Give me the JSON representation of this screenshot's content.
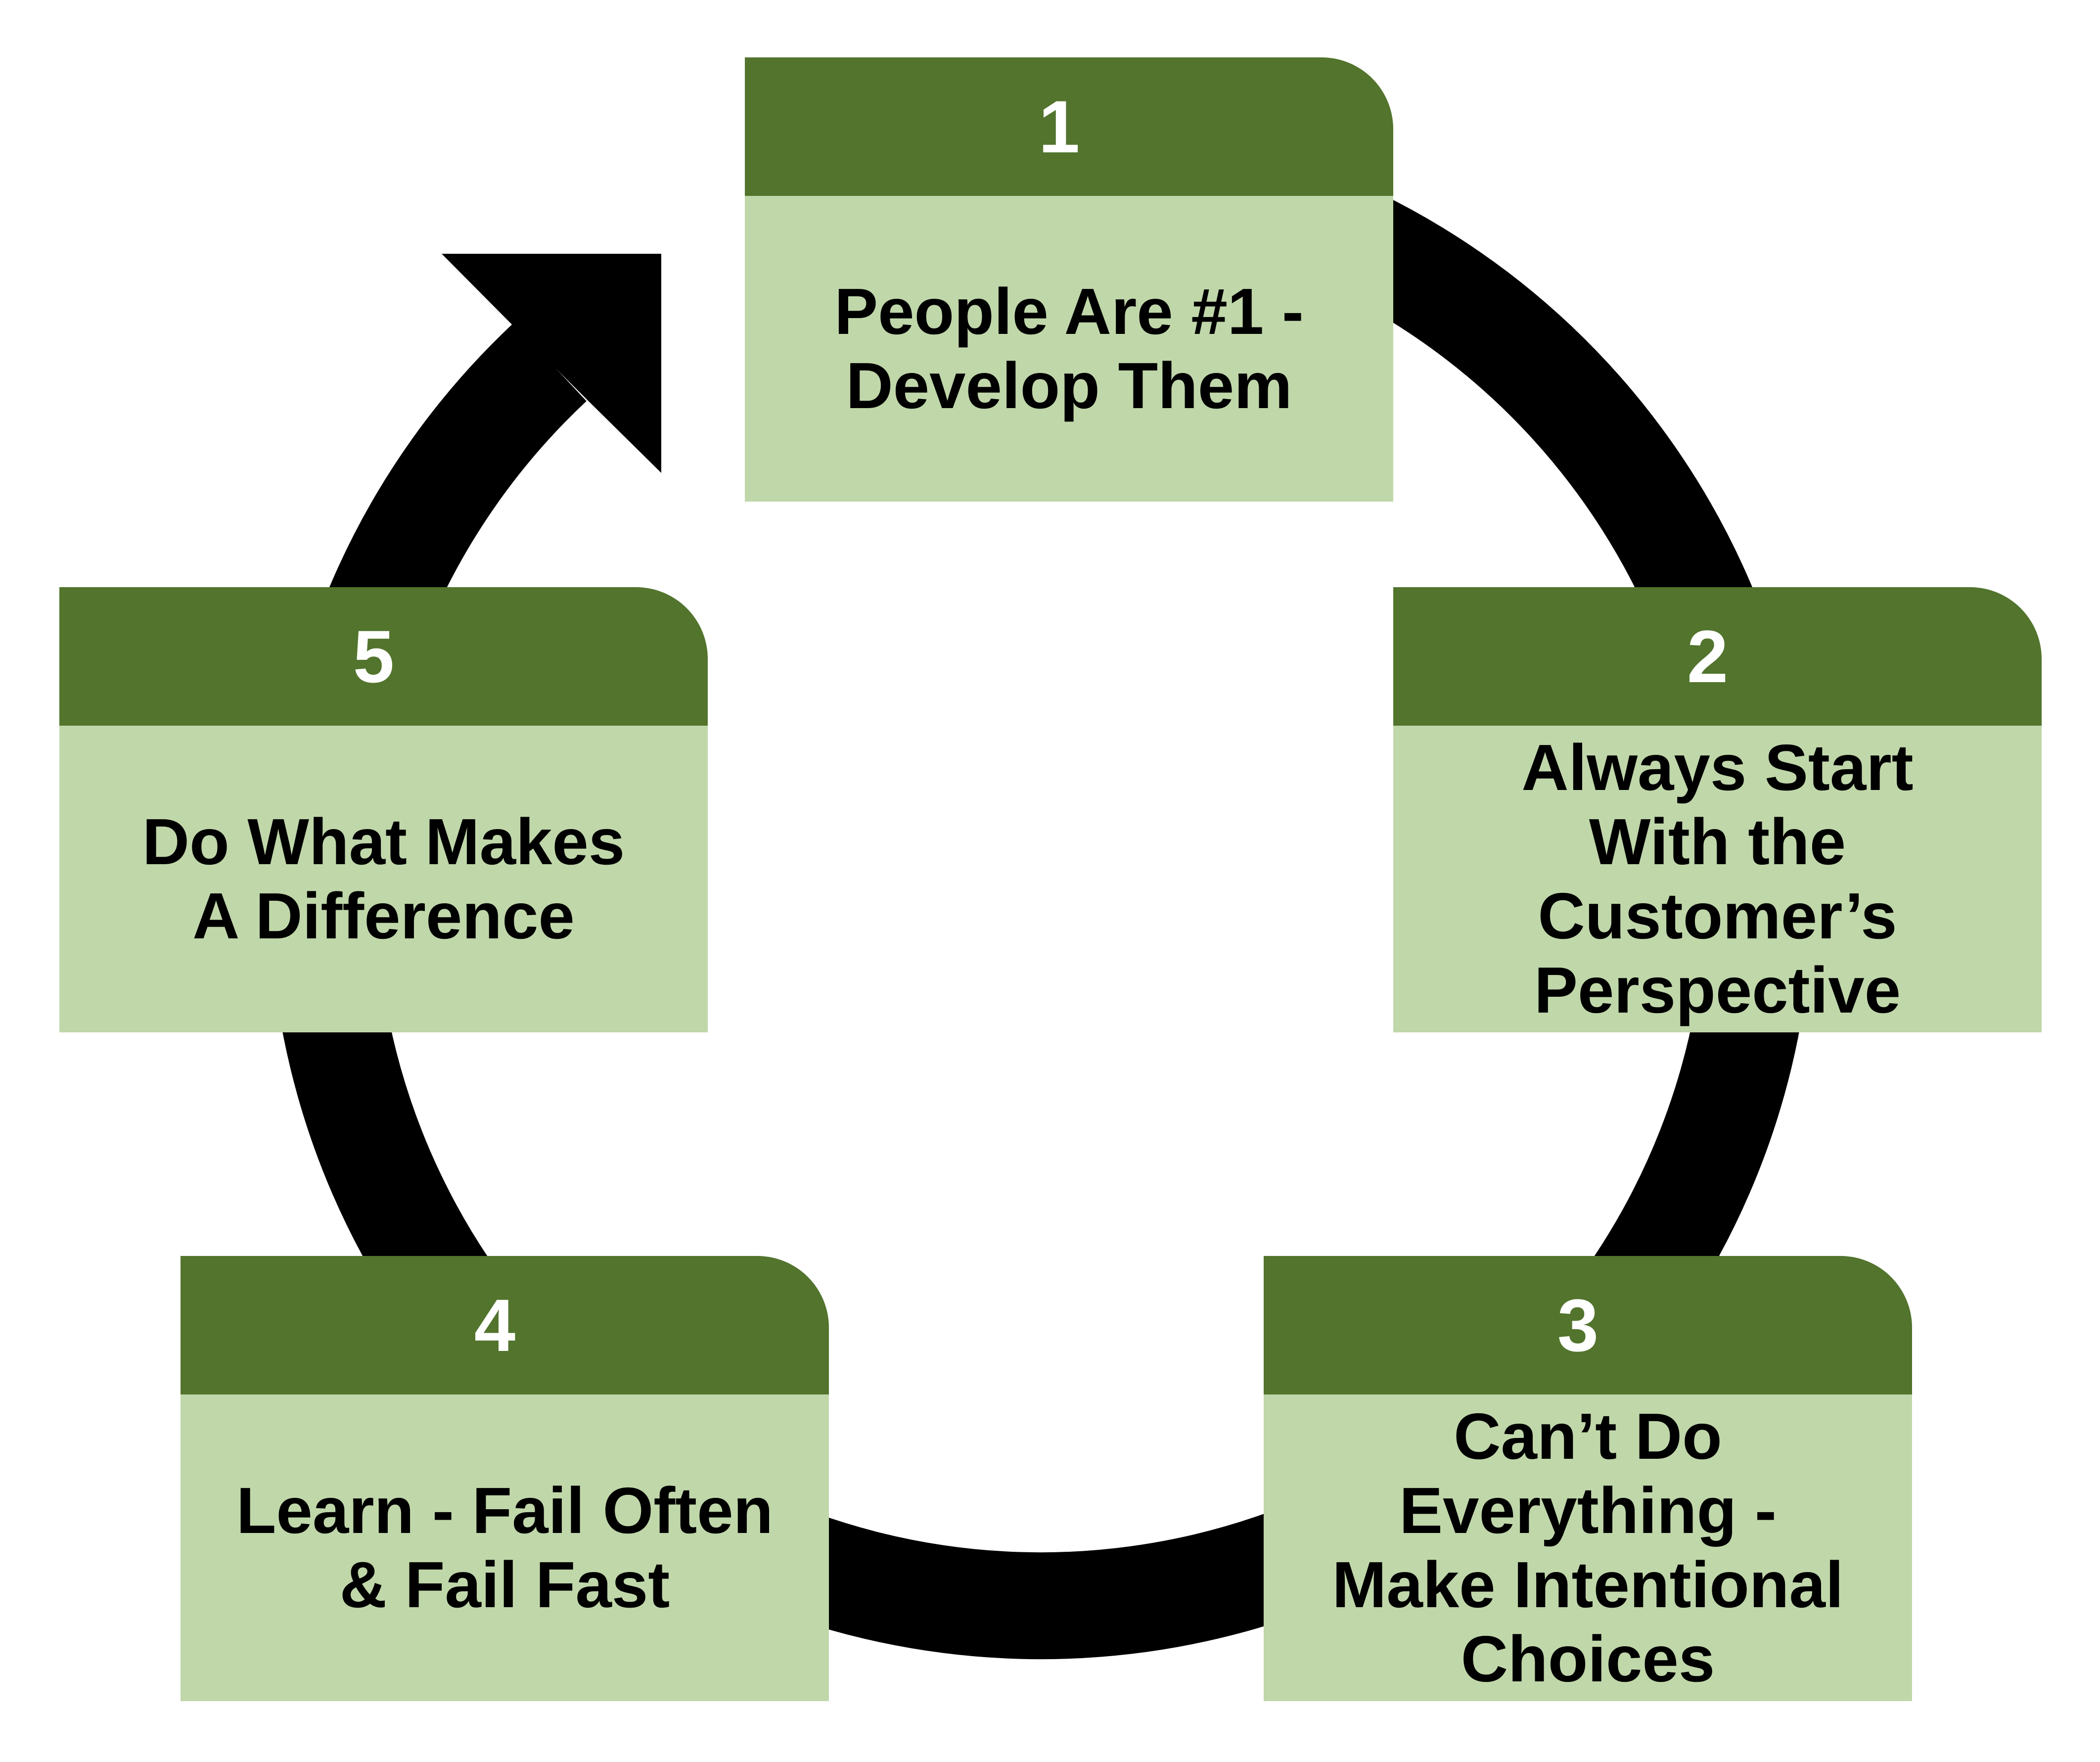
{
  "diagram": {
    "type": "cycle",
    "colors": {
      "header": "#52742D",
      "body": "#C0D7AA",
      "ring": "#000000",
      "number_text": "#FFFFFF",
      "body_text": "#000000"
    },
    "arrow_icon": "curved-cycle-arrow",
    "steps": [
      {
        "number": "1",
        "lines": [
          "People Are #1 -",
          "Develop Them"
        ]
      },
      {
        "number": "2",
        "lines": [
          "Always Start",
          "With the",
          "Customer’s",
          "Perspective"
        ]
      },
      {
        "number": "3",
        "lines": [
          "Can’t Do",
          "Everything -",
          "Make Intentional",
          "Choices"
        ]
      },
      {
        "number": "4",
        "lines": [
          "Learn - Fail Often",
          "& Fail Fast"
        ]
      },
      {
        "number": "5",
        "lines": [
          "Do What Makes",
          "A Difference"
        ]
      }
    ]
  }
}
